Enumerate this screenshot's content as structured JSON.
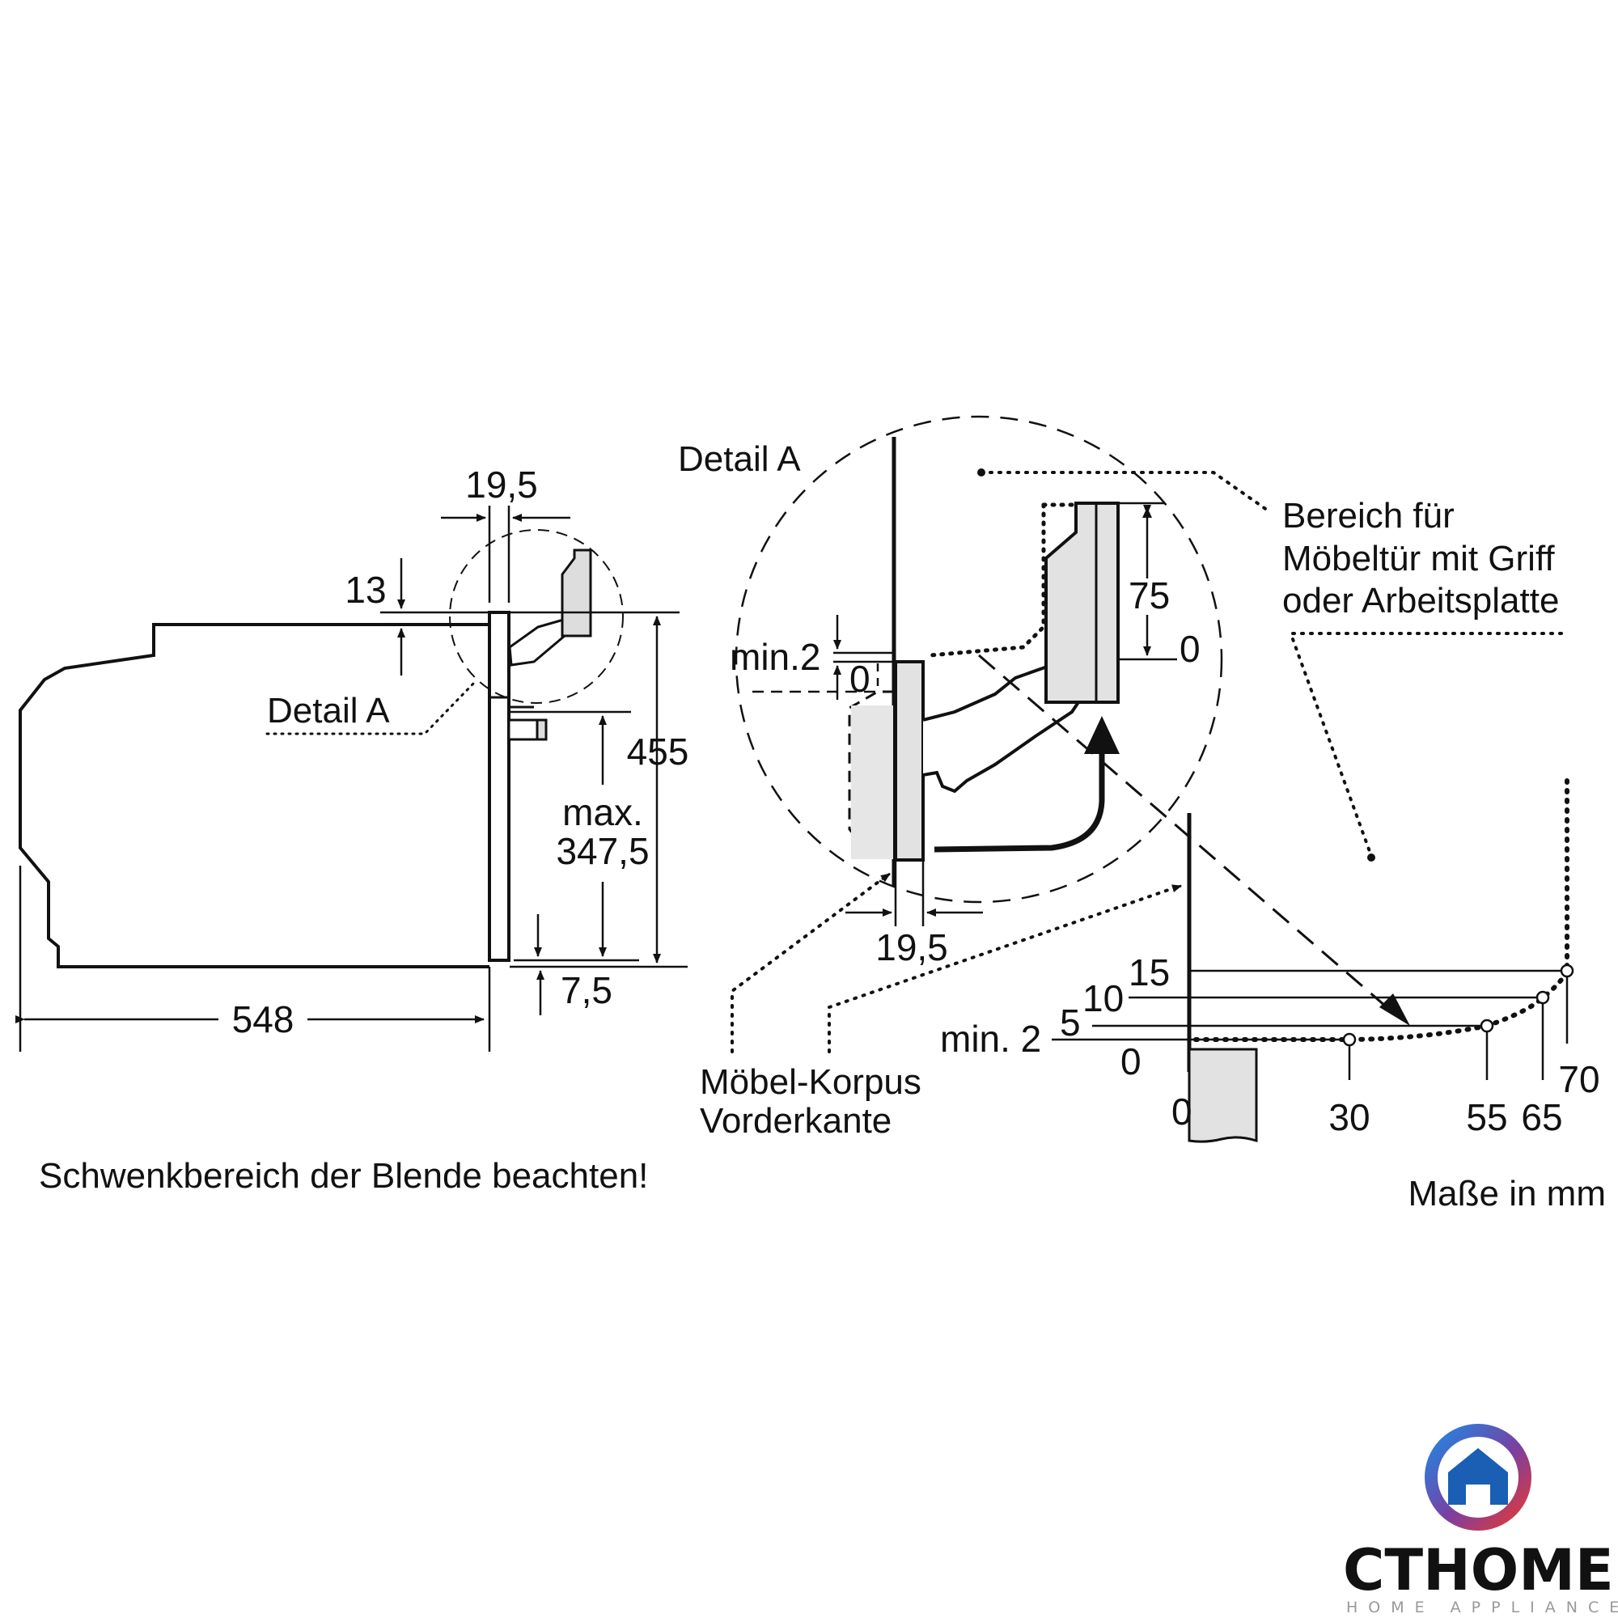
{
  "left_view": {
    "width_548": "548",
    "dim_19_5": "19,5",
    "dim_13": "13",
    "detail_label": "Detail A",
    "height_455": "455",
    "max_label": "max.",
    "max_value": "347,5",
    "dim_7_5": "7,5"
  },
  "detail_view": {
    "title": "Detail A",
    "min_2": "min.2",
    "zero_a": "0",
    "dim_75": "75",
    "zero_b": "0",
    "dim_19_5": "19,5"
  },
  "area_label": [
    "Bereich für",
    "Möbeltür mit Griff",
    "oder Arbeitsplatte"
  ],
  "corpus_label": [
    "Möbel-Korpus",
    "Vorderkante"
  ],
  "graph": {
    "y_15": "15",
    "y_10": "10",
    "y_5": "5",
    "y_min2": "min. 2",
    "y_0": "0",
    "x_0": "0",
    "x_30": "30",
    "x_55": "55",
    "x_65": "65",
    "x_70": "70"
  },
  "swing_note": "Schwenkbereich der Blende beachten!",
  "units_note": "Maße in mm",
  "brand": {
    "logo_text": "CTHOME",
    "tagline": "HOME APPLIANCES",
    "color_red": "#e31e24",
    "color_blue": "#1a5fb4"
  }
}
